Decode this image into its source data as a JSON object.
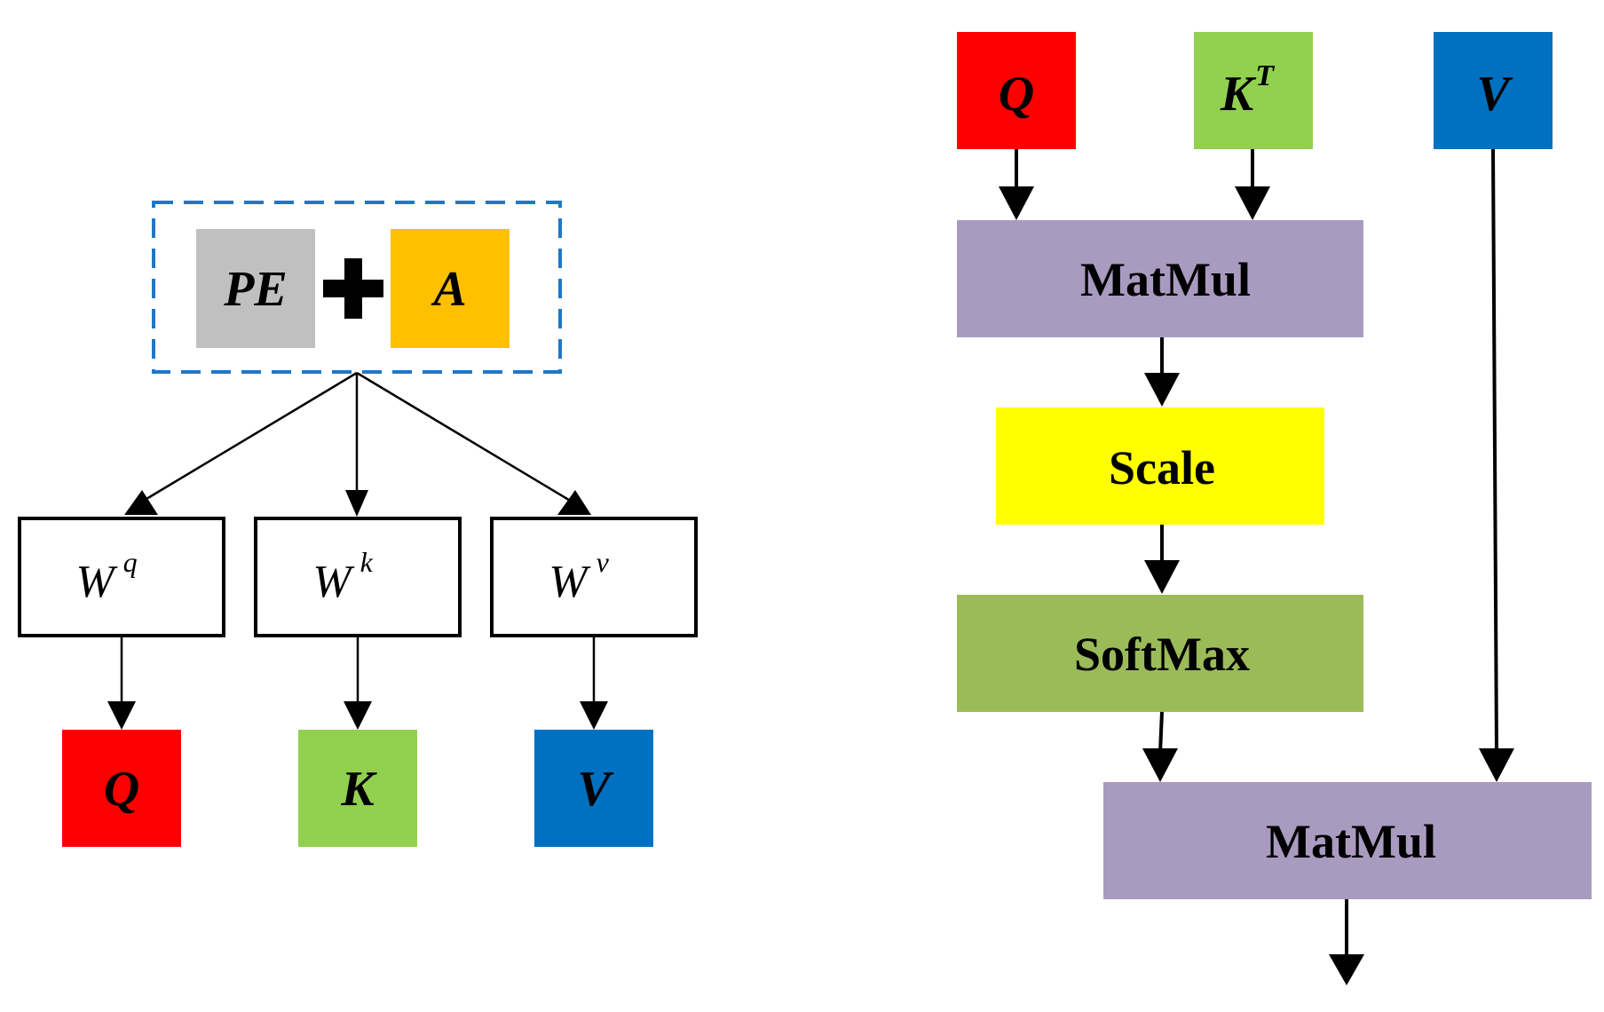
{
  "left": {
    "pe_label": "PE",
    "a_label": "A",
    "weights": [
      {
        "base": "W",
        "sup": "q"
      },
      {
        "base": "W",
        "sup": "k"
      },
      {
        "base": "W",
        "sup": "v"
      }
    ],
    "outputs": [
      "Q",
      "K",
      "V"
    ]
  },
  "right": {
    "inputs": [
      {
        "base": "Q",
        "sup": ""
      },
      {
        "base": "K",
        "sup": "T"
      },
      {
        "base": "V",
        "sup": ""
      }
    ],
    "matmul1": "MatMul",
    "scale": "Scale",
    "softmax": "SoftMax",
    "matmul2": "MatMul"
  },
  "colors": {
    "q": "#ff0000",
    "k": "#92d050",
    "v": "#0070c0",
    "pe": "#c0c0c0",
    "a": "#ffc000",
    "matmul": "#a99bc0",
    "scale": "#ffff00",
    "softmax": "#9bbb59",
    "dash": "#1f77c8"
  }
}
